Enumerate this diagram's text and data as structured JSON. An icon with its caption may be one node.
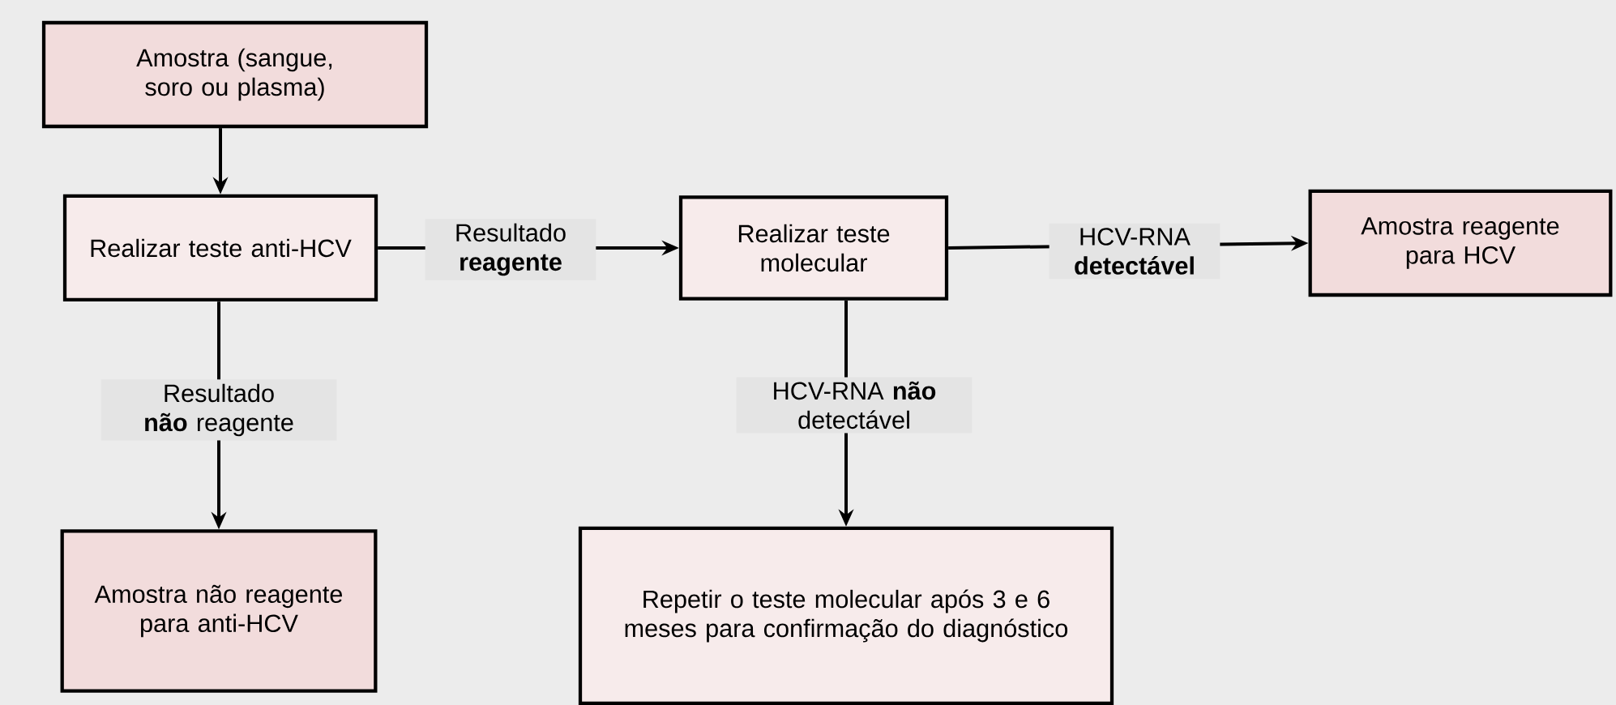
{
  "diagram": {
    "nodes": [
      {
        "text": [
          "Amostra (sangue, soro ou plasma)"
        ]
      },
      {
        "text": [
          "Realizar teste anti-HCV"
        ]
      },
      {
        "text": [
          "Realizar teste molecular"
        ]
      },
      {
        "text": [
          "Amostra reagente para HCV"
        ]
      },
      {
        "text": [
          "Amostra não reagente para anti-HCV"
        ]
      },
      {
        "text": [
          "Repetir o teste molecular após 3 e 6 meses para confirmação do diagnóstico"
        ]
      }
    ],
    "edges": [
      {
        "from": 0,
        "to": 1,
        "arrow": "to"
      },
      {
        "from": 1,
        "to": 2,
        "arrow": "to",
        "label": "Resultado **reagente**"
      },
      {
        "from": 1,
        "to": 4,
        "arrow": "to",
        "label": "Resultado **não** reagente"
      },
      {
        "from": 2,
        "to": 3,
        "arrow": "to",
        "label": "HCV-RNA **detectável**"
      },
      {
        "from": 2,
        "to": 5,
        "arrow": "to",
        "label": "HCV-RNA **não** detectável"
      }
    ]
  }
}
